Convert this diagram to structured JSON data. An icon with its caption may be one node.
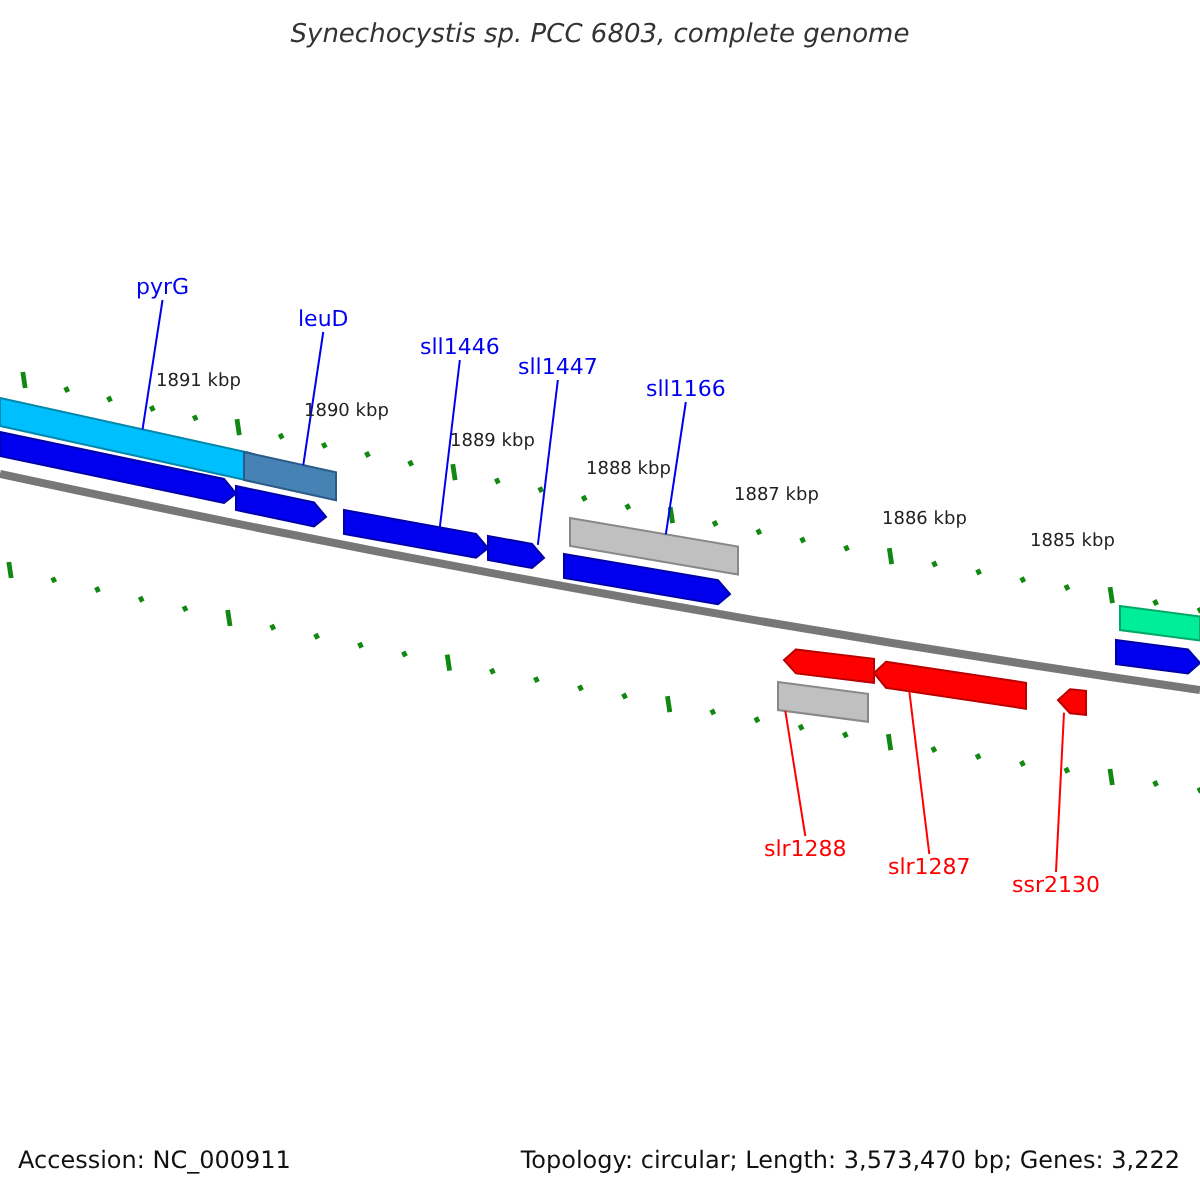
{
  "diagram": {
    "title": "Synechocystis sp. PCC 6803, complete genome",
    "nodes": [
      {
        "text": [
          "pyrG"
        ]
      },
      {
        "text": [
          "leuD"
        ]
      },
      {
        "text": [
          "sll1446"
        ]
      },
      {
        "text": [
          "sll1447"
        ]
      },
      {
        "text": [
          "sll1166"
        ]
      },
      {
        "text": [
          "slr1288"
        ]
      },
      {
        "text": [
          "slr1287"
        ]
      },
      {
        "text": [
          "ssr2130"
        ]
      },
      {
        "text": [],
        "shape": "bar"
      },
      {
        "text": [],
        "shape": "bar"
      },
      {
        "text": [],
        "shape": "arrow"
      },
      {
        "text": [],
        "shape": "arrow"
      },
      {
        "text": [],
        "shape": "arrow"
      },
      {
        "text": [],
        "shape": "arrow"
      },
      {
        "text": [],
        "shape": "bar"
      },
      {
        "text": [],
        "shape": "arrow"
      },
      {
        "text": [],
        "shape": "bar"
      },
      {
        "text": [],
        "shape": "arrow"
      },
      {
        "text": [],
        "shape": "arrow"
      },
      {
        "text": [],
        "shape": "arrow"
      },
      {
        "text": [],
        "shape": "arrow"
      },
      {
        "text": [],
        "shape": "bar"
      }
    ],
    "edges": [
      {
        "from": 0,
        "to": 8,
        "arrow": "none"
      },
      {
        "from": 1,
        "to": 9,
        "arrow": "none"
      },
      {
        "from": 2,
        "to": 12,
        "arrow": "none"
      },
      {
        "from": 3,
        "to": 13,
        "arrow": "none"
      },
      {
        "from": 4,
        "to": 14,
        "arrow": "none"
      },
      {
        "from": 5,
        "to": 21,
        "arrow": "none",
        "color": "#ff0000"
      },
      {
        "from": 6,
        "to": 19,
        "arrow": "none",
        "color": "#ff0000"
      },
      {
        "from": 7,
        "to": 20,
        "arrow": "none",
        "color": "#ff0000"
      }
    ],
    "labels": [
      "1891 kbp",
      "1890 kbp",
      "1889 kbp",
      "1888 kbp",
      "1887 kbp",
      "1886 kbp",
      "1885 kbp",
      "Accession: NC_000911",
      "Topology: circular; Length: 3,573,470 bp; Genes: 3,222"
    ]
  }
}
